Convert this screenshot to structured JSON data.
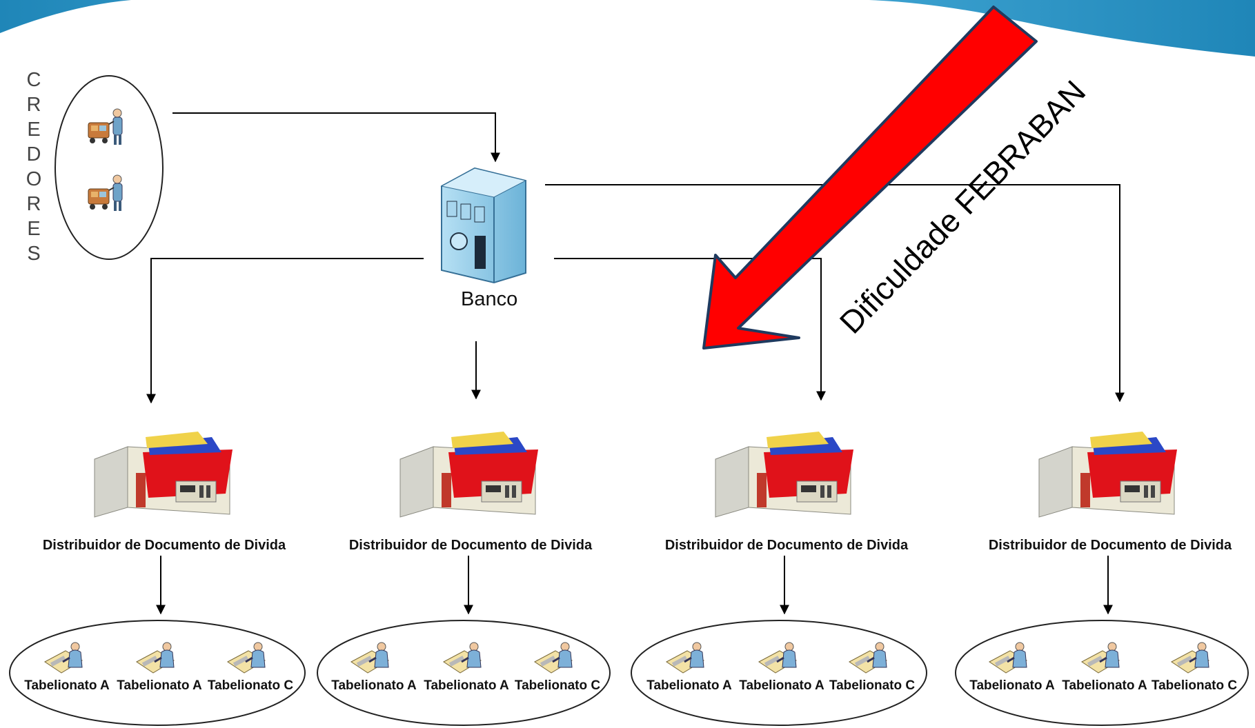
{
  "credores_label": [
    "C",
    "R",
    "E",
    "D",
    "O",
    "R",
    "E",
    "S"
  ],
  "banco_label": "Banco",
  "arrow_label": "Dificuldade FEBRABAN",
  "distributors": [
    {
      "label": "Distribuidor de Documento de Divida",
      "tabelionatos": [
        "Tabelionato A",
        "Tabelionato A",
        "Tabelionato C"
      ]
    },
    {
      "label": "Distribuidor de Documento de Divida",
      "tabelionatos": [
        "Tabelionato A",
        "Tabelionato A",
        "Tabelionato C"
      ]
    },
    {
      "label": "Distribuidor de Documento de Divida",
      "tabelionatos": [
        "Tabelionato A",
        "Tabelionato A",
        "Tabelionato C"
      ]
    },
    {
      "label": "Distribuidor de Documento de Divida",
      "tabelionatos": [
        "Tabelionato A",
        "Tabelionato A",
        "Tabelionato C"
      ]
    }
  ],
  "colors": {
    "header_wave": "#2e9ac8",
    "arrow_fill": "#ff0000",
    "arrow_stroke": "#1f3a5f",
    "connector": "#000000",
    "building": "#8cc8e6"
  },
  "icons": {
    "credor": "shopper-with-cart-icon",
    "banco": "bank-building-icon",
    "distribuidor": "file-cabinet-icon",
    "tabelionato": "notary-desk-icon"
  }
}
